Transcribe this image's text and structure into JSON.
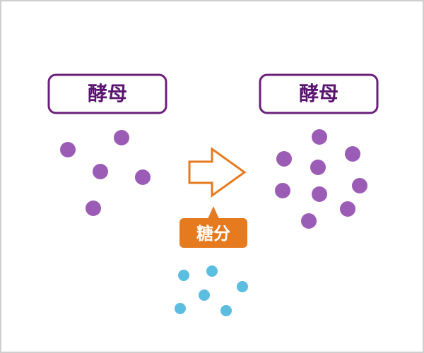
{
  "colors": {
    "frame": "#cfcfcf",
    "label_stroke": "#6a1f7a",
    "label_text": "#5a1470",
    "yeast_dot": "#9b5cb6",
    "arrow_stroke": "#e57a1f",
    "sugar_badge": "#e57a1f",
    "sugar_text": "#ffffff",
    "sugar_dot": "#5bbde0"
  },
  "labels": {
    "left_yeast": "酵母",
    "right_yeast": "酵母",
    "sugar": "糖分"
  },
  "counts": {
    "yeast_before": 5,
    "yeast_after": 9,
    "sugar_dots": 6
  }
}
